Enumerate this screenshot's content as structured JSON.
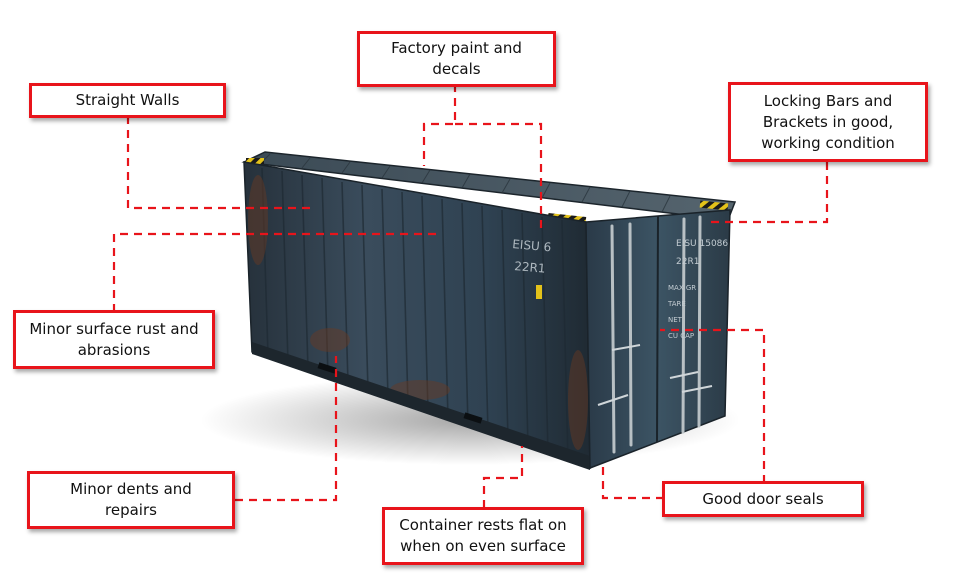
{
  "colors": {
    "callout_red": "#e8141b",
    "container_blue": "#2c3e4f",
    "rust": "#6b3a22",
    "hazard_yellow": "#e3c21a"
  },
  "container": {
    "side_code": "EISU 6",
    "side_type": "22R1",
    "door_code": "EISU 15086",
    "door_type": "22R1",
    "door_max_gr": "MAX GR",
    "door_tare": "TARE",
    "door_net": "NET",
    "door_cu_cap": "CU CAP"
  },
  "callouts": {
    "straight_walls": "Straight Walls",
    "factory_paint": "Factory paint and\ndecals",
    "locking_bars": "Locking Bars and\nBrackets in good,\nworking condition",
    "surface_rust": "Minor surface rust and\nabrasions",
    "dents_repairs": "Minor dents and\nrepairs",
    "rests_flat": "Container rests flat on\nwhen on even surface",
    "door_seals": "Good door seals"
  }
}
